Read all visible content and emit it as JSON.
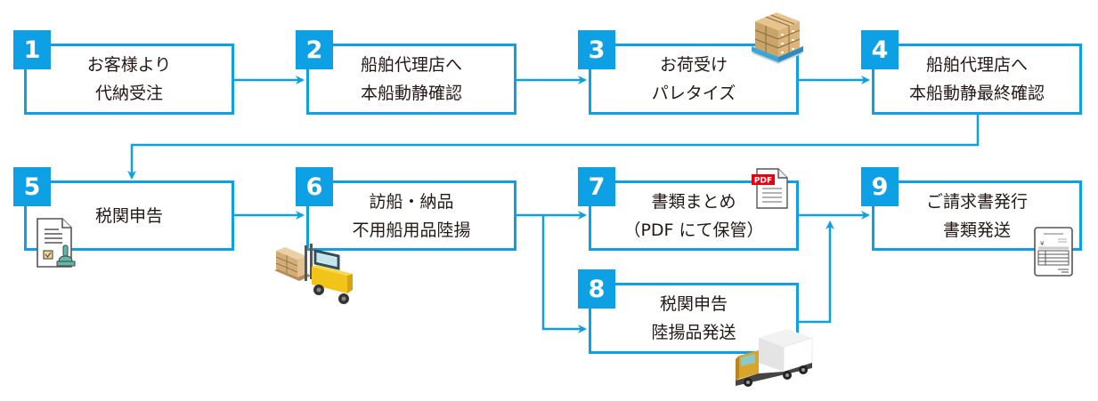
{
  "diagram": {
    "accent_color": "#0ea0e4",
    "steps": [
      {
        "number": "1",
        "lines": [
          "お客様より",
          "代納受注"
        ]
      },
      {
        "number": "2",
        "lines": [
          "船舶代理店へ",
          "本船動静確認"
        ]
      },
      {
        "number": "3",
        "lines": [
          "お荷受け",
          "パレタイズ"
        ],
        "icon": "pallet-boxes-icon"
      },
      {
        "number": "4",
        "lines": [
          "船舶代理店へ",
          "本船動静最終確認"
        ]
      },
      {
        "number": "5",
        "lines": [
          "税関申告"
        ],
        "icon": "customs-document-stamp-icon"
      },
      {
        "number": "6",
        "lines": [
          "訪船・納品",
          "不用船用品陸揚"
        ],
        "icon": "forklift-icon"
      },
      {
        "number": "7",
        "lines": [
          "書類まとめ",
          "（PDF にて保管）"
        ],
        "icon": "pdf-file-icon",
        "icon_text": "PDF"
      },
      {
        "number": "8",
        "lines": [
          "税関申告",
          "陸揚品発送"
        ],
        "icon": "truck-icon"
      },
      {
        "number": "9",
        "lines": [
          "ご請求書発行",
          "書類発送"
        ],
        "icon": "invoice-icon",
        "icon_text": "¥"
      }
    ]
  }
}
